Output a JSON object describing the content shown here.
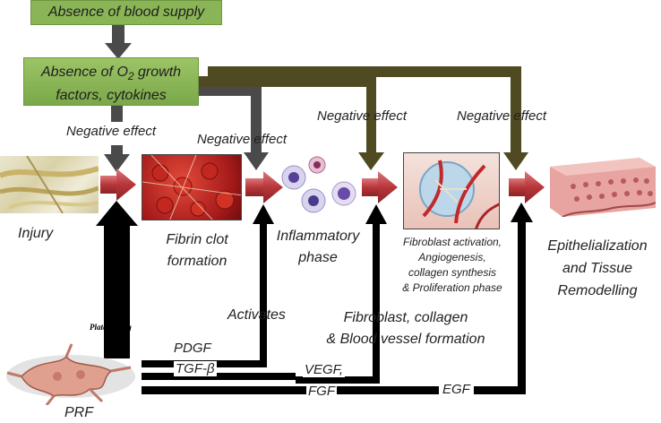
{
  "boxes": {
    "blood_supply": "Absence of blood supply",
    "o2_line1_pre": "Absence of O",
    "o2_subscript": "2",
    "o2_line1_post": " growth",
    "o2_line2": "factors, cytokines"
  },
  "negative_effect": "Negative effect",
  "stages": {
    "injury": "Injury",
    "fibrin_1": "Fibrin clot",
    "fibrin_2": "formation",
    "inflam_1": "Inflammatory",
    "inflam_2": "phase",
    "fibro_1": "Fibroblast activation,",
    "fibro_2": "Angiogenesis,",
    "fibro_3": "collagen synthesis",
    "fibro_4": "& Proliferation phase",
    "epi_1": "Epithelialization",
    "epi_2": "and  Tissue",
    "epi_3": "Remodelling"
  },
  "bottom": {
    "platelet_plug": "Platelet plug",
    "activates": "Activates",
    "fibroblast_1": "Fibroblast, collagen",
    "fibroblast_2": "& Blood vessel formation",
    "pdgf": "PDGF",
    "tgf": "TGF-β",
    "vegf": "VEGF,",
    "fgf": "FGF",
    "egf": "EGF",
    "prf": "PRF"
  },
  "colors": {
    "green_box": "#8ab556",
    "gray_arrow": "#4a4a4a",
    "olive_arrow": "#504a22",
    "red_arrow": "#b8363a",
    "black_arrow": "#000000"
  }
}
